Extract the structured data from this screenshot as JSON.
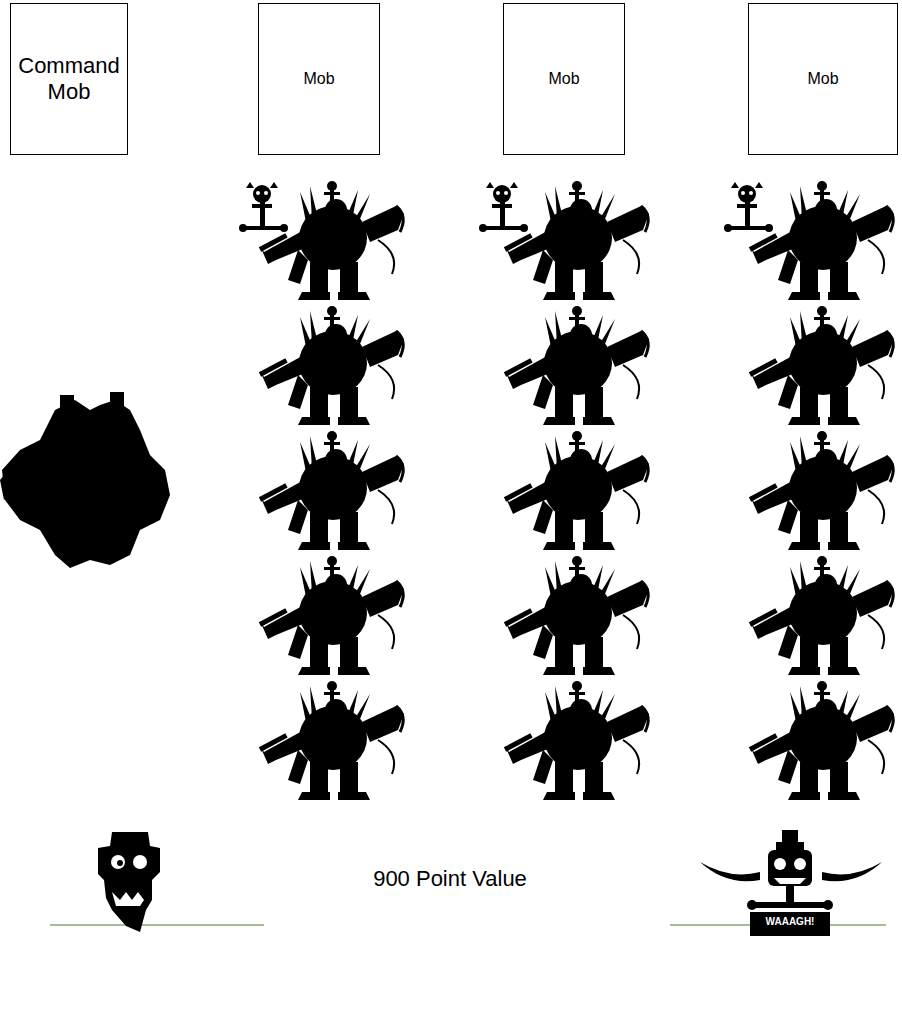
{
  "diagram": {
    "nodes": [
      {
        "text": [
          "Command Mob"
        ]
      },
      {
        "text": [
          "Mob"
        ]
      },
      {
        "text": [
          "Mob"
        ]
      },
      {
        "text": [
          "Mob"
        ]
      }
    ],
    "labels": [
      "900 Point Value",
      "WAAAGH!"
    ]
  }
}
